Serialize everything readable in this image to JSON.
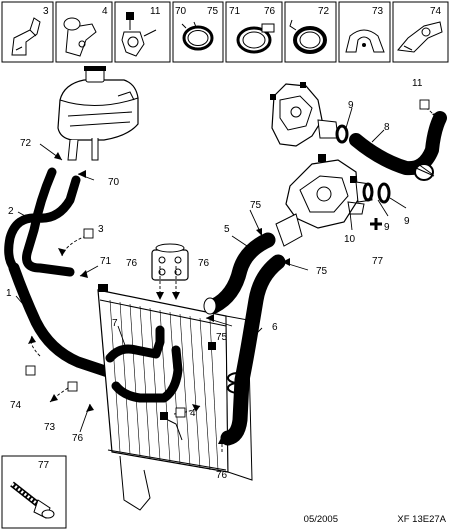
{
  "legend_strip": [
    {
      "ref": "3"
    },
    {
      "ref": "4"
    },
    {
      "ref": "11"
    },
    {
      "ref": "70"
    },
    {
      "ref": "75"
    },
    {
      "ref": "71"
    },
    {
      "ref": "76"
    },
    {
      "ref": "72"
    },
    {
      "ref": "73"
    },
    {
      "ref": "74"
    }
  ],
  "callouts": {
    "c72": "72",
    "c70": "70",
    "c2": "2",
    "c3": "3",
    "c71": "71",
    "c1": "1",
    "c74": "74",
    "c73": "73",
    "c76a": "76",
    "c76b": "76",
    "c76c": "76",
    "c76d": "76",
    "c7": "7",
    "c4": "4",
    "c75a": "75",
    "c75b": "75",
    "c75c": "75",
    "c5": "5",
    "c6": "6",
    "c9a": "9",
    "c9b": "9",
    "c9c": "9",
    "c8": "8",
    "c11": "11",
    "c10": "10",
    "c77": "77"
  },
  "inset": {
    "ref": "77"
  },
  "footer": {
    "date": "05/2005",
    "code": "XF 13E27A"
  }
}
